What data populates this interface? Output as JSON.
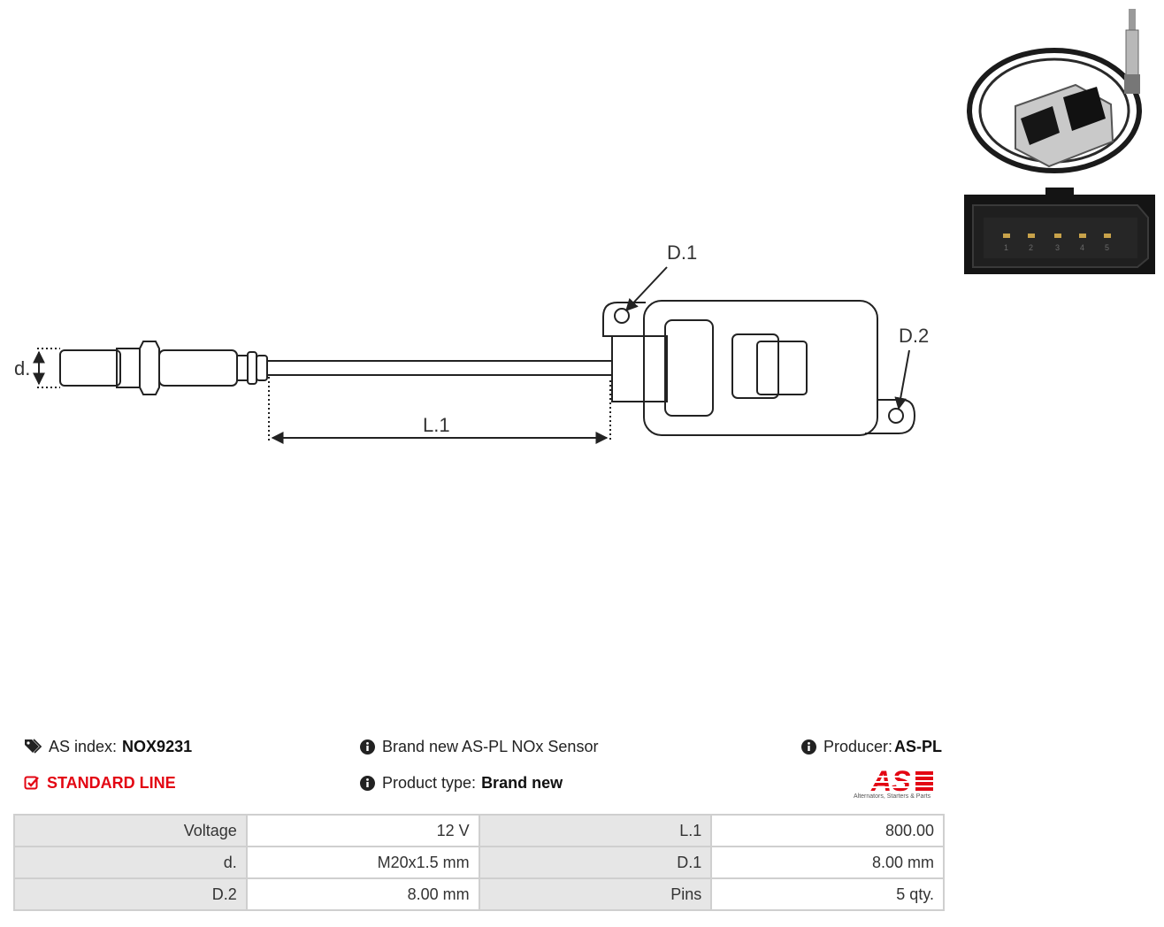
{
  "diagram": {
    "labels": {
      "d": "d.",
      "L1": "L.1",
      "D1": "D.1",
      "D2": "D.2"
    }
  },
  "info": {
    "as_index_label": "AS index:",
    "as_index_value": "NOX9231",
    "line_label": "STANDARD LINE",
    "description": "Brand new AS-PL NOx Sensor",
    "product_type_label": "Product type:",
    "product_type_value": "Brand new",
    "producer_label": "Producer:",
    "producer_value": "AS-PL"
  },
  "logo": {
    "text": "AS",
    "subtitle": "Alternators, Starters & Parts",
    "color": "#e30613"
  },
  "photo": {
    "pin_numbers": [
      "1",
      "2",
      "3",
      "4",
      "5"
    ]
  },
  "specs": [
    {
      "k1": "Voltage",
      "v1": "12 V",
      "k2": "L.1",
      "v2": "800.00"
    },
    {
      "k1": "d.",
      "v1": "M20x1.5 mm",
      "k2": "D.1",
      "v2": "8.00 mm"
    },
    {
      "k1": "D.2",
      "v1": "8.00 mm",
      "k2": "Pins",
      "v2": "5 qty."
    }
  ],
  "colors": {
    "accent": "#e30613",
    "table_key_bg": "#e6e6e6",
    "table_border": "#cfcfcf"
  }
}
